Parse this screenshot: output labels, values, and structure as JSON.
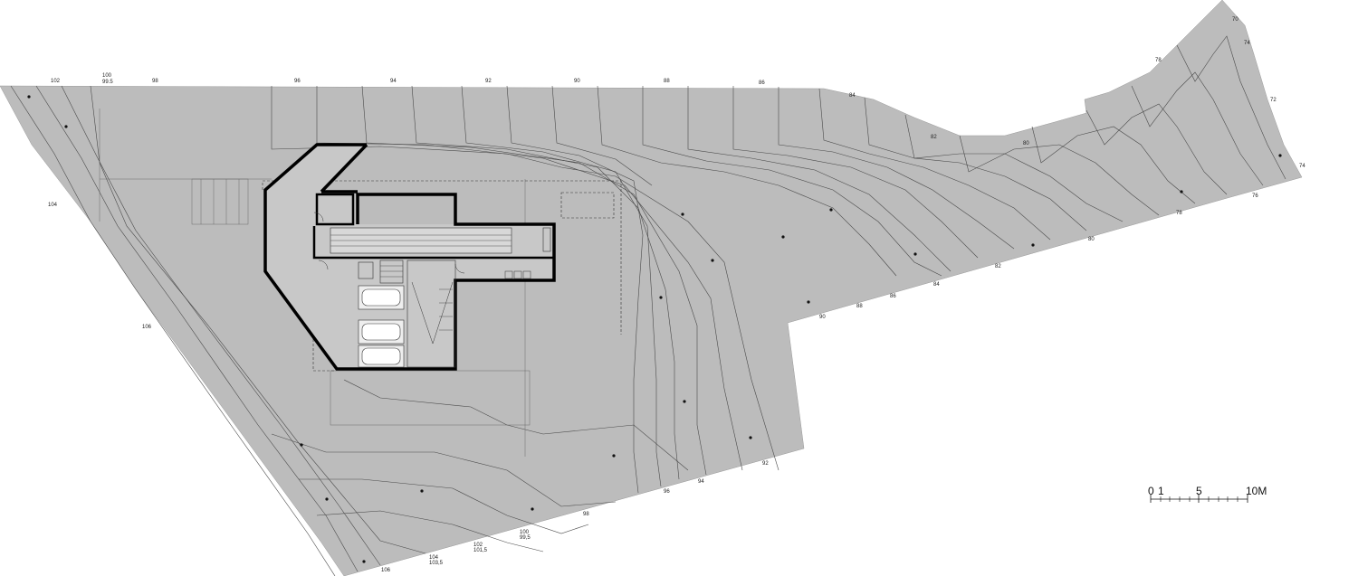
{
  "elevation_labels": {
    "top": [
      "102",
      "100",
      "99.5",
      "98",
      "96",
      "94",
      "92",
      "90",
      "88",
      "86",
      "84",
      "82",
      "80",
      "78",
      "70",
      "74",
      "72",
      "74"
    ],
    "left": [
      "104",
      "106"
    ],
    "bottom": [
      "106",
      "104",
      "103,5",
      "102",
      "101,5",
      "100",
      "99,5",
      "98",
      "96",
      "94",
      "92"
    ],
    "inner_right": [
      "90",
      "88",
      "86",
      "84",
      "82",
      "80",
      "78",
      "76"
    ]
  },
  "scale_bar": {
    "label_0": "0",
    "label_1": "1",
    "label_5": "5",
    "label_10": "10M"
  },
  "colors": {
    "terrain": "#bcbcbc",
    "contour": "#4a4a4a",
    "wall": "#000000",
    "interior": "#c8c8c8"
  }
}
